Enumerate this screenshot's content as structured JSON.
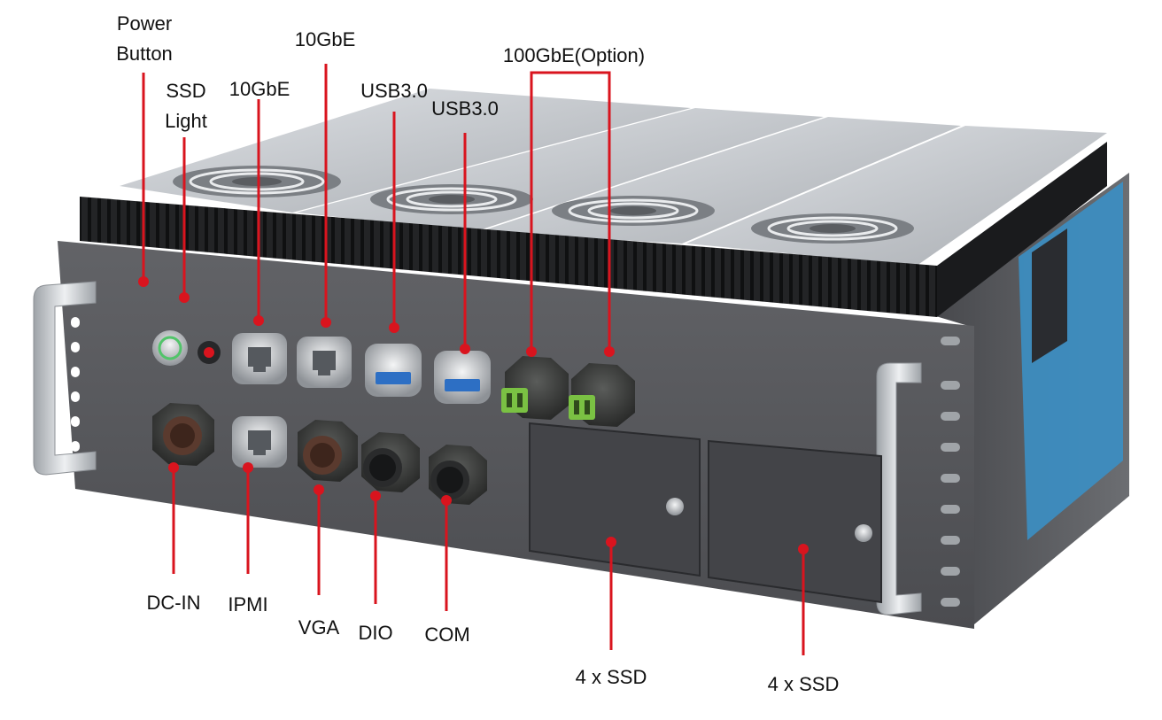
{
  "labels": {
    "power_button": "Power\nButton",
    "ssd_light": "SSD\nLight",
    "tengbe_1": "10GbE",
    "tengbe_2": "10GbE",
    "usb3_1": "USB3.0",
    "usb3_2": "USB3.0",
    "hundredgbe_option": "100GbE(Option)",
    "dc_in": "DC-IN",
    "ipmi": "IPMI",
    "vga": "VGA",
    "dio": "DIO",
    "com": "COM",
    "ssd_bay_1": "4 x SSD",
    "ssd_bay_2": "4 x SSD"
  },
  "colors": {
    "callout": "#d9141e",
    "chassis_front": "#5a5b5e",
    "chassis_top": "#c4c7cb",
    "heatsink": "#1d1e20",
    "side_accent": "#3b8fc4",
    "handle": "#cfd3d7",
    "sfp_green": "#7ac143"
  }
}
